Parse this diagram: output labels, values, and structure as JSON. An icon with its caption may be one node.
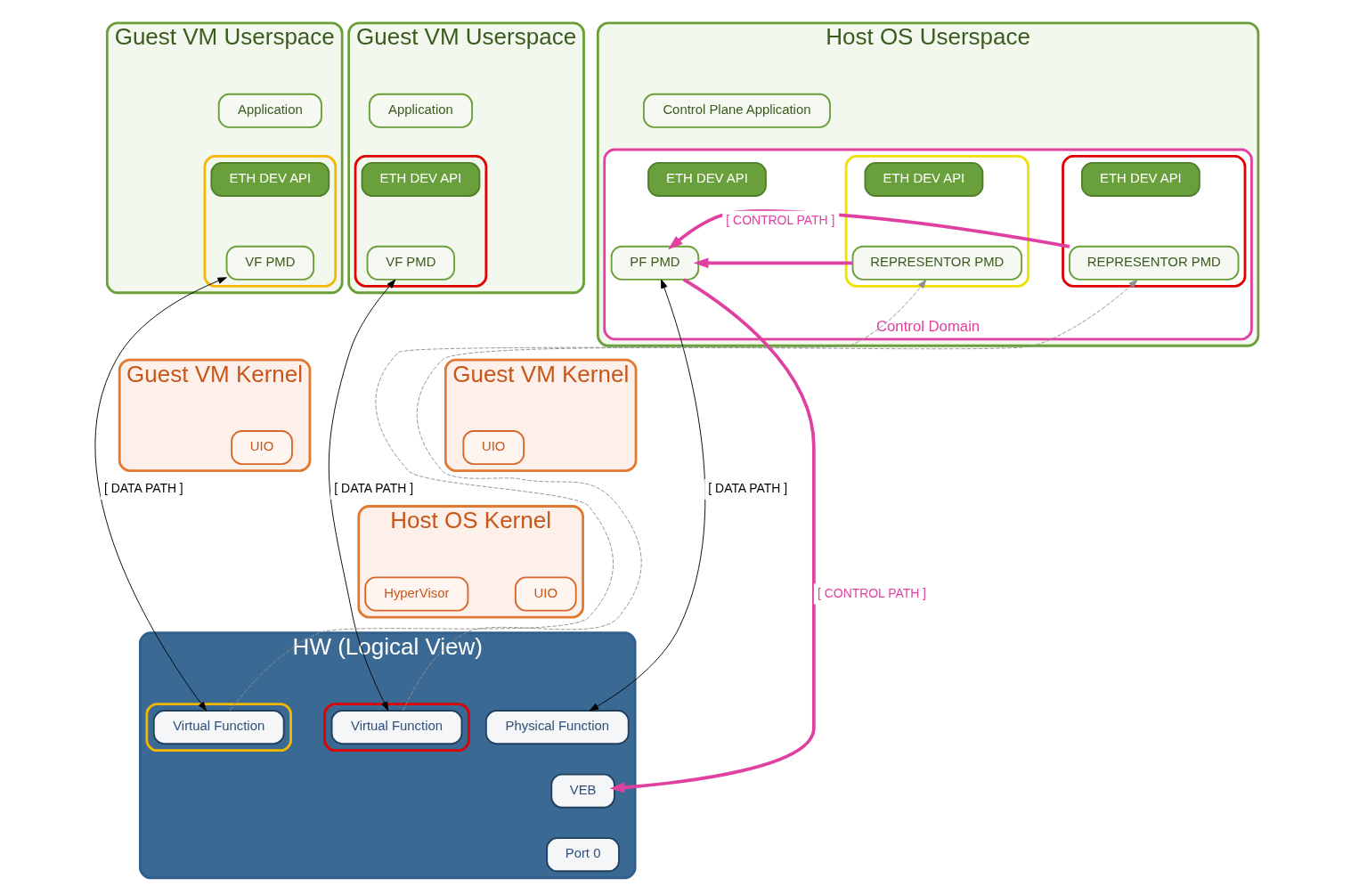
{
  "diagram": {
    "nodes": [
      {
        "text": [
          "Host OS Userspace"
        ]
      },
      {
        "text": [
          "Control Plane Application"
        ],
        "in": 0
      },
      {
        "text": [
          "Control Domain"
        ],
        "in": 0
      },
      {
        "text": [
          "ETH DEV API"
        ],
        "in": 2
      },
      {
        "text": [
          "PF PMD"
        ],
        "in": 2
      },
      {
        "text": [],
        "shape": "box",
        "in": 2
      },
      {
        "text": [
          "ETH DEV API"
        ],
        "in": 5
      },
      {
        "text": [
          "REPRESENTOR PMD"
        ],
        "in": 5
      },
      {
        "text": [],
        "shape": "box",
        "in": 2
      },
      {
        "text": [
          "ETH DEV API"
        ],
        "in": 8
      },
      {
        "text": [
          "REPRESENTOR PMD"
        ],
        "in": 8
      },
      {
        "text": [
          "Guest VM Userspace"
        ]
      },
      {
        "text": [
          "Application"
        ],
        "in": 11
      },
      {
        "text": [],
        "shape": "box",
        "in": 11
      },
      {
        "text": [
          "ETH DEV API"
        ],
        "in": 13
      },
      {
        "text": [
          "VF PMD"
        ],
        "in": 13
      },
      {
        "text": [
          "Guest VM Userspace"
        ]
      },
      {
        "text": [
          "Application"
        ],
        "in": 16
      },
      {
        "text": [],
        "shape": "box",
        "in": 16
      },
      {
        "text": [
          "ETH DEV API"
        ],
        "in": 18
      },
      {
        "text": [
          "VF PMD"
        ],
        "in": 18
      },
      {
        "text": [
          "Guest VM Kernel"
        ]
      },
      {
        "text": [
          "UIO"
        ],
        "in": 21
      },
      {
        "text": [
          "Guest VM Kernel"
        ]
      },
      {
        "text": [
          "UIO"
        ],
        "in": 23
      },
      {
        "text": [
          "Host OS Kernel"
        ]
      },
      {
        "text": [
          "UIO"
        ],
        "in": 25
      },
      {
        "text": [
          "HyperVisor"
        ],
        "in": 25
      },
      {
        "text": [
          "HW (Logical View)"
        ]
      },
      {
        "text": [
          "Physical Function"
        ],
        "in": 28
      },
      {
        "text": [],
        "shape": "box",
        "in": 28
      },
      {
        "text": [
          "Virtual Function"
        ],
        "in": 30
      },
      {
        "text": [],
        "shape": "box",
        "in": 28
      },
      {
        "text": [
          "Virtual Function"
        ],
        "in": 32
      },
      {
        "text": [
          "VEB"
        ],
        "in": 28
      },
      {
        "text": [
          "Port 0"
        ],
        "in": 28
      }
    ],
    "edges": [
      {
        "from": 4,
        "to": 34,
        "arrow": "to",
        "label": "[ CONTROL PATH ]",
        "style": "thick",
        "color": "#e040a0"
      },
      {
        "from": 7,
        "to": 4,
        "arrow": "to",
        "style": "thick",
        "color": "#e040a0"
      },
      {
        "from": 10,
        "to": 4,
        "arrow": "to",
        "label": "[ CONTROL PATH ]",
        "style": "thick",
        "color": "#e040a0"
      },
      {
        "from": 4,
        "to": 29,
        "arrow": "both",
        "label": "[ DATA PATH ]",
        "color": "#000000"
      },
      {
        "from": 31,
        "to": 7,
        "arrow": "to",
        "style": "dashed",
        "color": "#909090"
      },
      {
        "from": 33,
        "to": 10,
        "arrow": "to",
        "style": "dashed",
        "color": "#909090"
      },
      {
        "from": 15,
        "to": 31,
        "arrow": "both",
        "label": "[ DATA PATH ]",
        "color": "#000000"
      },
      {
        "from": 20,
        "to": 33,
        "arrow": "both",
        "label": "[ DATA PATH ]",
        "color": "#000000"
      }
    ]
  }
}
